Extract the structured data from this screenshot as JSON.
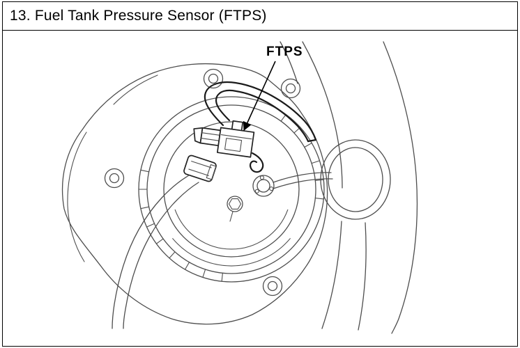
{
  "header": {
    "title": "13. Fuel Tank Pressure Sensor (FTPS)"
  },
  "figure": {
    "callout": "FTPS",
    "description": "fuel-tank-top-view-line-drawing"
  },
  "colors": {
    "border": "#000000",
    "text": "#000000",
    "line": "#4d4d4d",
    "dark_line": "#1a1a1a",
    "background": "#ffffff"
  }
}
